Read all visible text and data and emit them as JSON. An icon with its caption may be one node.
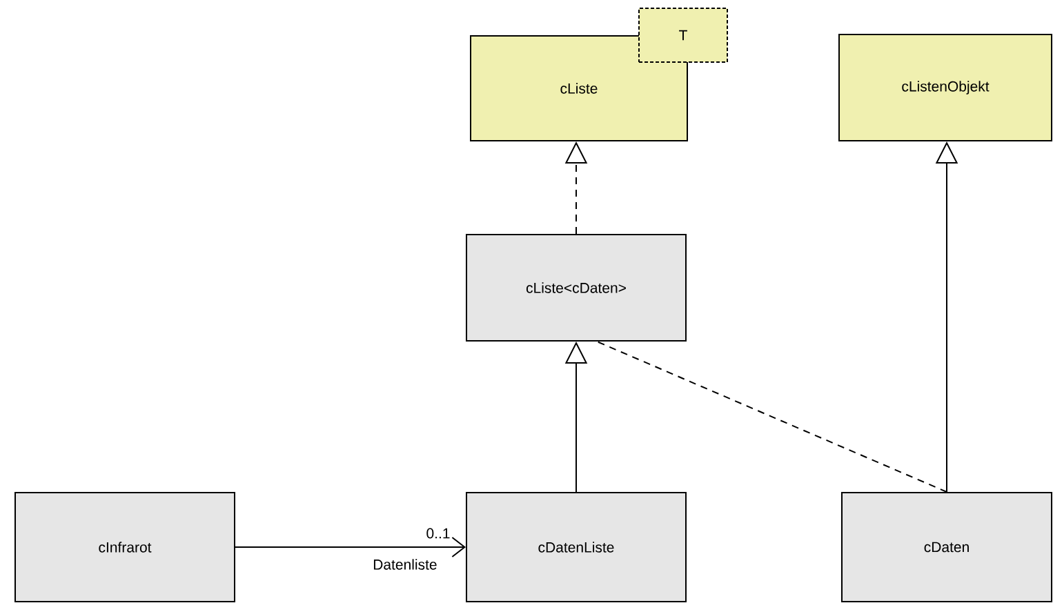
{
  "diagram": {
    "nodes": [
      {
        "text": [
          "cListe"
        ]
      },
      {
        "text": [
          "T"
        ]
      },
      {
        "text": [
          "cListenObjekt"
        ]
      },
      {
        "text": [
          "cListe<cDaten>"
        ]
      },
      {
        "text": [
          "cInfrarot"
        ]
      },
      {
        "text": [
          "cDatenListe"
        ]
      },
      {
        "text": [
          "cDaten"
        ]
      }
    ],
    "edges": [
      {
        "from": 3,
        "to": 0,
        "arrow": "to",
        "style": "dashed"
      },
      {
        "from": 5,
        "to": 3,
        "arrow": "to"
      },
      {
        "from": 6,
        "to": 2,
        "arrow": "to"
      },
      {
        "from": 4,
        "to": 5,
        "arrow": "to",
        "label": "0..1"
      },
      {
        "from": 6,
        "to": 3,
        "arrow": "none",
        "style": "dashed"
      }
    ],
    "labels": [
      "Datenliste"
    ]
  }
}
